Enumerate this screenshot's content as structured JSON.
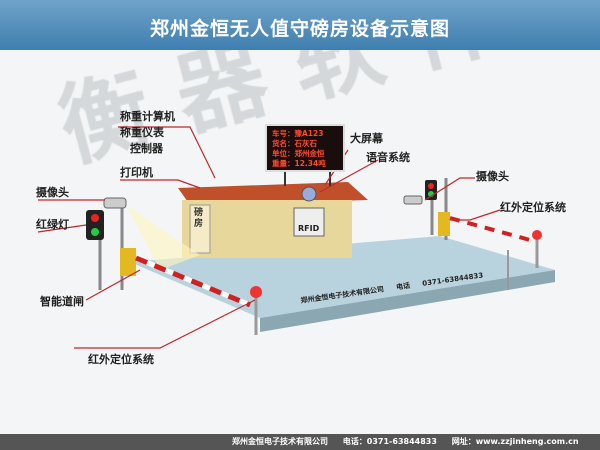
{
  "title": "郑州金恒无人值守磅房设备示意图",
  "watermark": "衡器软件",
  "labels": {
    "computer": "称重计算机",
    "indicator": "称重仪表",
    "controller": "控制器",
    "printer": "打印机",
    "big_screen": "大屏幕",
    "voice": "语音系统",
    "camera_left": "摄像头",
    "traffic_light": "红绿灯",
    "barrier": "智能道闸",
    "ir_bottom": "红外定位系统",
    "camera_right": "摄像头",
    "ir_right": "红外定位系统"
  },
  "booth_sign": "磅房",
  "rfid": "RFID",
  "led": [
    "车号：豫A123",
    "货名：石灰石",
    "单位：郑州金恒",
    "重量：12.34吨"
  ],
  "platform": {
    "company": "郑州金恒电子技术有限公司",
    "phone_label": "电话",
    "phone": "0371-63844833"
  },
  "footer": {
    "company": "郑州金恒电子技术有限公司",
    "phone": "电话：0371-63844833",
    "site": "网址：www.zzjinheng.com.cn"
  },
  "colors": {
    "title_bg": "#4f8dbb",
    "leader": "#c0272d",
    "platform": "#b9d3de",
    "booth": "#e8d79a",
    "roof": "#c0502a",
    "barrier_red": "#d22020"
  }
}
